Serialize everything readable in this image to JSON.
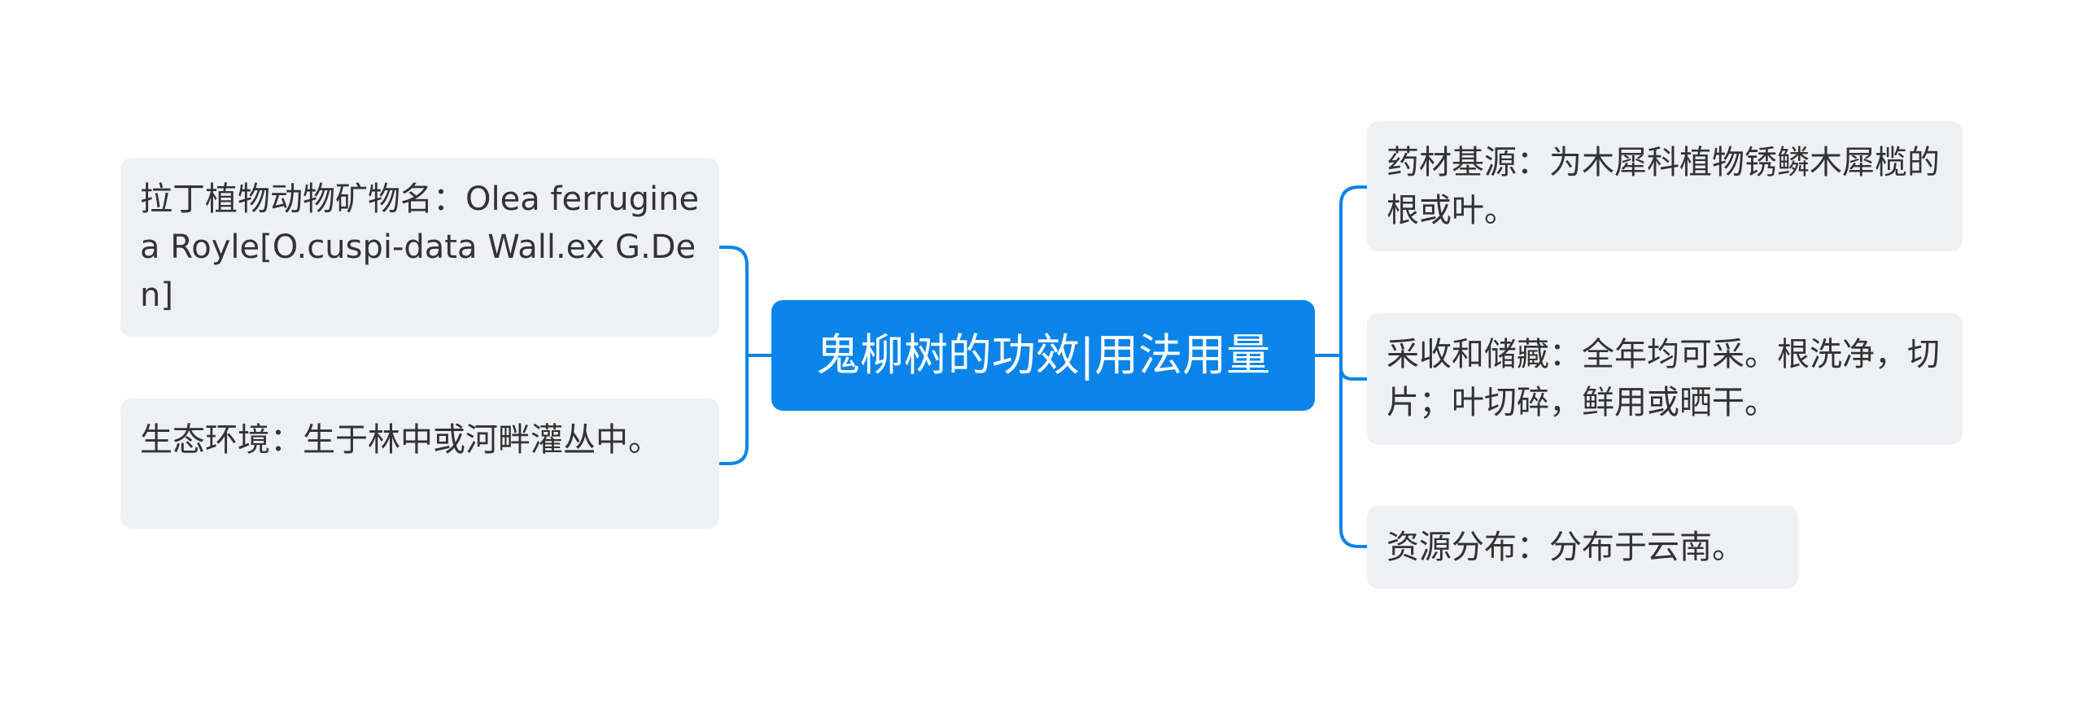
{
  "mindmap": {
    "root": {
      "label": "鬼柳树的功效|用法用量"
    },
    "left_nodes": [
      {
        "label": "拉丁植物动物矿物名：Olea ferruginea Royle[O.cuspi-data Wall.ex G.Den]"
      },
      {
        "label": "生态环境：生于林中或河畔灌丛中。"
      }
    ],
    "right_nodes": [
      {
        "label": "药材基源：为木犀科植物锈鳞木犀榄的根或叶。"
      },
      {
        "label": "采收和储藏：全年均可采。根洗净，切片；叶切碎，鲜用或晒干。"
      },
      {
        "label": "资源分布：分布于云南。"
      }
    ]
  },
  "colors": {
    "accent": "#0b84ea",
    "node_bg": "#eef0f3",
    "node_text": "#333333",
    "connector": "#0b84ea"
  }
}
